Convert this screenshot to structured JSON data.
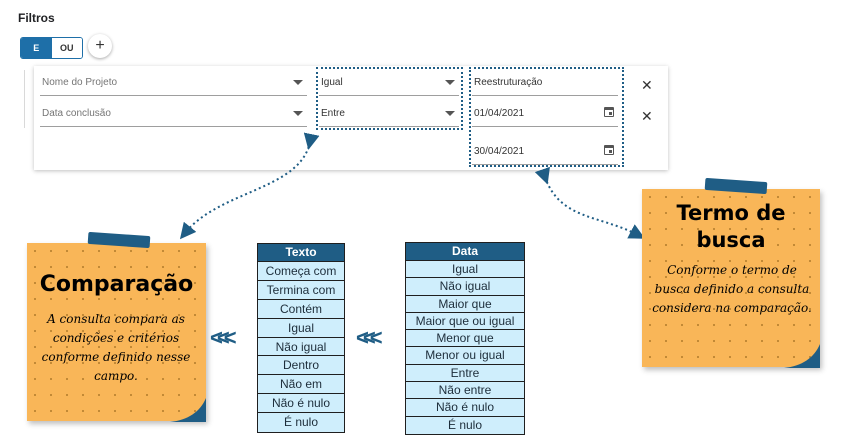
{
  "filters": {
    "title": "Filtros",
    "toggle": {
      "and": "E",
      "or": "OU"
    },
    "add": "+",
    "rows": [
      {
        "field_placeholder": "Nome do Projeto",
        "operator": "Igual",
        "value": "Reestruturação",
        "remove": "✕"
      },
      {
        "field_placeholder": "Data conclusão",
        "operator": "Entre",
        "value": "01/04/2021",
        "value2": "30/04/2021",
        "remove": "✕"
      }
    ]
  },
  "note_left": {
    "title": "Comparação",
    "body": "A consulta compara as condições e critérios conforme definido nesse campo."
  },
  "note_right": {
    "title_line1": "Termo de",
    "title_line2": "busca",
    "body": "Conforme o termo de busca definido a consulta considera na comparação."
  },
  "arrows": "<<<",
  "texto_table": {
    "header": "Texto",
    "items": [
      "Começa com",
      "Termina com",
      "Contém",
      "Igual",
      "Não igual",
      "Dentro",
      "Não em",
      "Não é nulo",
      "É nulo"
    ]
  },
  "data_table": {
    "header": "Data",
    "items": [
      "Igual",
      "Não igual",
      "Maior que",
      "Maior que ou igual",
      "Menor que",
      "Menor ou igual",
      "Entre",
      "Não entre",
      "Não é nulo",
      "É nulo"
    ]
  },
  "colors": {
    "accent": "#1e6fa8",
    "navy": "#1f5d85",
    "note": "#f9b658",
    "table_cell": "#cfeefc"
  }
}
